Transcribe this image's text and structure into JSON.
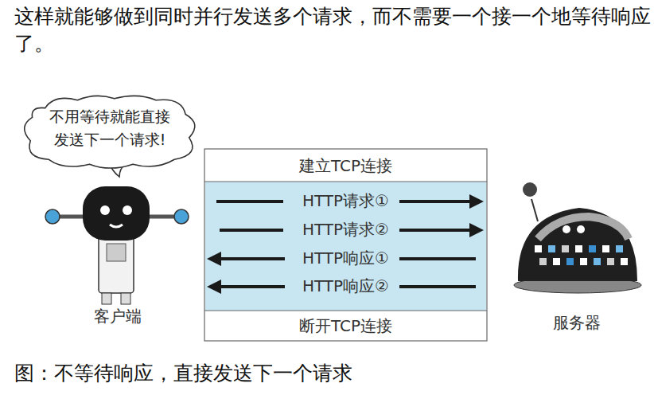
{
  "diagram": {
    "caption": "图：不等待响应，直接发送下一个请求",
    "nodes": [
      {
        "text": [
          "不用等待就能直接发送下一个请求!"
        ]
      },
      {
        "text": [
          "客户端"
        ]
      },
      {
        "text": [
          "建立TCP连接"
        ]
      },
      {
        "text": [
          "HTTP请求①",
          "HTTP请求②",
          "HTTP响应①",
          "HTTP响应②"
        ]
      },
      {
        "text": [
          "断开TCP连接"
        ]
      },
      {
        "text": [
          "服务器"
        ]
      }
    ],
    "edges": [],
    "labels": [
      "这样就能够做到同时并行发送多个请求，而不需要一个接一个地等待响应了。"
    ]
  }
}
